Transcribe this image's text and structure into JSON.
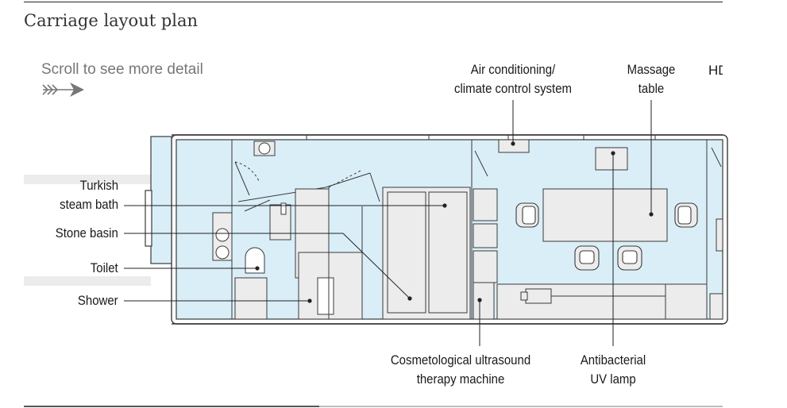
{
  "heading": "Carriage layout plan",
  "scroll_hint": "Scroll to see more detail",
  "labels": {
    "turkish_steam_bath": [
      "Turkish",
      "steam bath"
    ],
    "stone_basin": "Stone basin",
    "toilet": "Toilet",
    "shower": "Shower",
    "air_conditioning": [
      "Air conditioning/",
      "climate control system"
    ],
    "massage_table": [
      "Massage",
      "table"
    ],
    "cropped_label": "HD",
    "cosmetological_machine": [
      "Cosmetological ultrasound",
      "therapy machine"
    ],
    "uv_lamp": [
      "Antibacterial",
      "UV lamp"
    ]
  },
  "colors": {
    "floor_fill": "#daeef8",
    "line": "#3a3a3a",
    "heading": "#333333",
    "hint": "#777777"
  },
  "icons": [
    "scroll-arrow-icon",
    "armchair-icon",
    "toilet-icon"
  ]
}
